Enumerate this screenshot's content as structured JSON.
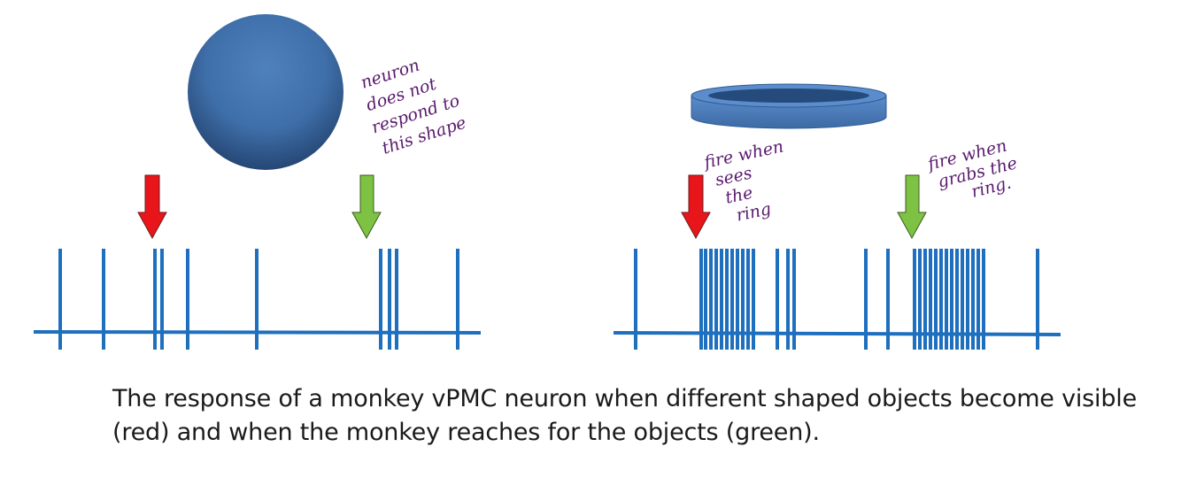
{
  "colors": {
    "spike": "#1f6fbf",
    "visible_arrow": "#e8161b",
    "reach_arrow": "#7dc242",
    "annotation": "#5a1a6e",
    "sphere_dark": "#254a7c",
    "sphere_light": "#4f81bd",
    "ring_fill": "#4f81bd",
    "ring_hole": "#254a7c"
  },
  "panels": [
    {
      "object": "sphere",
      "annotation_lines": [
        "neuron",
        "does not",
        "respond to",
        "this shape"
      ],
      "spike_times": [
        68,
        117,
        175,
        183,
        212,
        290,
        430,
        440,
        448,
        517
      ],
      "visible_arrow_at": 172,
      "reach_arrow_at": 414
    },
    {
      "object": "ring",
      "annotations": [
        {
          "lines": [
            "fire when",
            "sees",
            "the",
            "ring"
          ]
        },
        {
          "lines": [
            "fire when",
            "grabs the",
            "ring."
          ]
        }
      ],
      "spike_times": [
        718,
        792,
        797,
        803,
        809,
        815,
        821,
        827,
        833,
        839,
        845,
        851,
        878,
        890,
        897,
        978,
        1003,
        1033,
        1039,
        1045,
        1051,
        1057,
        1063,
        1069,
        1075,
        1081,
        1087,
        1093,
        1099,
        1105,
        1111,
        1172
      ],
      "visible_arrow_at": 786,
      "reach_arrow_at": 1030
    }
  ],
  "caption": {
    "line1": "The response of a monkey vPMC neuron when different shaped objects become visible",
    "line2": "(red) and when the monkey reaches for the objects (green)."
  }
}
